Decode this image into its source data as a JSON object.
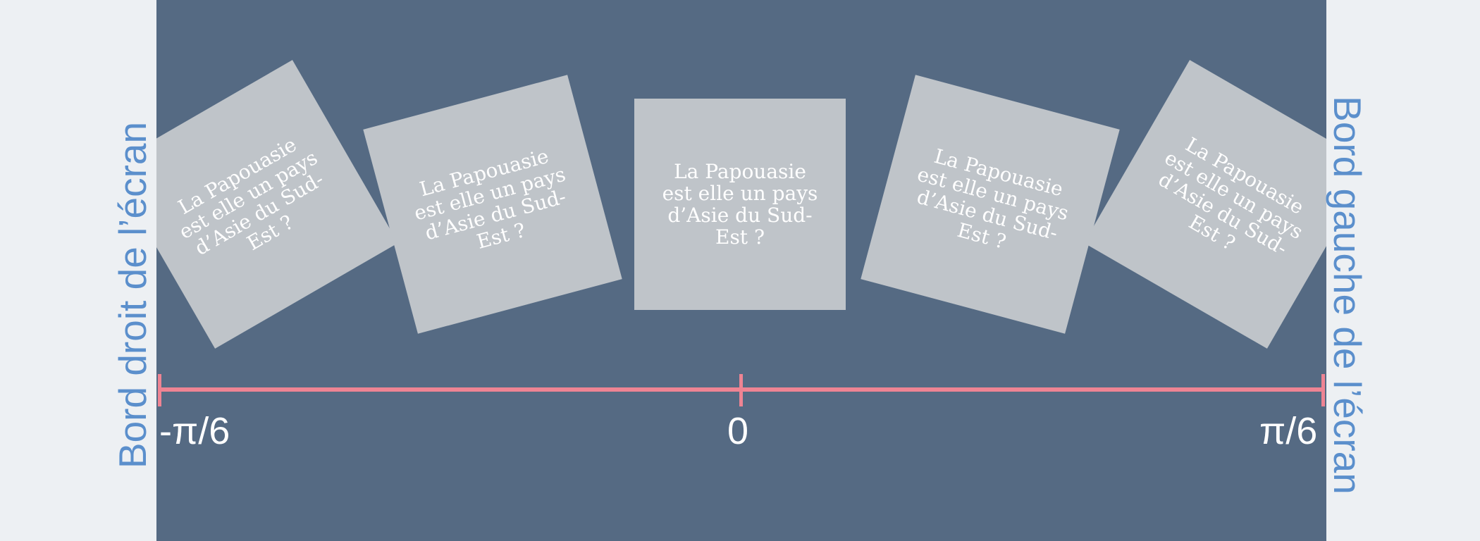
{
  "card": {
    "question": "La Papouasie est elle un pays d’Asie du Sud-Est ?"
  },
  "axis": {
    "ticks": [
      {
        "label": "-π/6",
        "value": -0.5236
      },
      {
        "label": "0",
        "value": 0
      },
      {
        "label": "π/6",
        "value": 0.5236
      }
    ]
  },
  "edges": {
    "left_label": "Bord droit de l’écran",
    "right_label": "Bord gauche de l’écran"
  },
  "colors": {
    "page_background": "#edf0f3",
    "stage_background": "#556a83",
    "card_background": "#bfc4c9",
    "axis_color": "#ee8493",
    "edge_label_color": "#5b8fcc",
    "text_color": "#ffffff"
  }
}
